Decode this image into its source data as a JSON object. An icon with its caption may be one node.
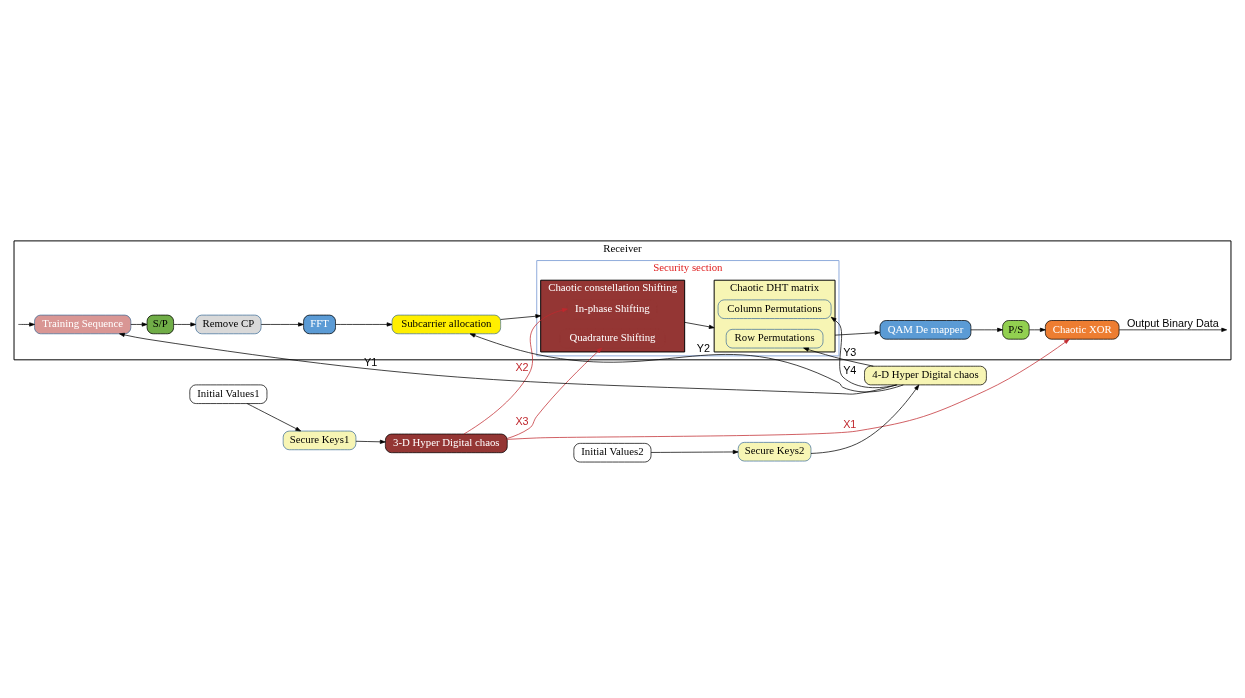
{
  "diagram": {
    "nodes": [
      {
        "text": [
          "Receiver"
        ]
      },
      {
        "text": [
          "Training Sequence"
        ],
        "in": 0
      },
      {
        "text": [
          "S/P"
        ],
        "in": 0
      },
      {
        "text": [
          "Remove CP"
        ],
        "in": 0
      },
      {
        "text": [
          "FFT"
        ],
        "in": 0
      },
      {
        "text": [
          "Subcarrier allocation"
        ],
        "in": 0
      },
      {
        "text": [
          "Security section"
        ],
        "in": 0
      },
      {
        "text": [
          "Chaotic constellation Shifting"
        ],
        "in": 6
      },
      {
        "text": [
          "In-phase Shifting"
        ],
        "in": 7
      },
      {
        "text": [
          "Quadrature Shifting"
        ],
        "in": 7
      },
      {
        "text": [
          "Chaotic DHT matrix"
        ],
        "in": 6
      },
      {
        "text": [
          "Row Permutations"
        ],
        "in": 10
      },
      {
        "text": [
          "Column Permutations"
        ],
        "in": 10
      },
      {
        "text": [
          "QAM De mapper"
        ],
        "in": 0
      },
      {
        "text": [
          "P/S"
        ],
        "in": 0
      },
      {
        "text": [
          "Chaotic XOR"
        ],
        "in": 0
      },
      {
        "text": [
          "3-D Hyper Digital chaos"
        ]
      },
      {
        "text": [
          "4-D Hyper Digital chaos"
        ]
      },
      {
        "text": [
          "Secure Keys1"
        ]
      },
      {
        "text": [
          "Secure Keys2"
        ]
      },
      {
        "text": [
          "Initial Values1"
        ]
      },
      {
        "text": [
          "Initial Values2"
        ]
      }
    ],
    "edges": [
      {
        "from": 0,
        "to": 1,
        "arrow": "to"
      },
      {
        "from": 1,
        "to": 2,
        "arrow": "to"
      },
      {
        "from": 2,
        "to": 3,
        "arrow": "to"
      },
      {
        "from": 3,
        "to": 4,
        "arrow": "to"
      },
      {
        "from": 4,
        "to": 5,
        "arrow": "to"
      },
      {
        "from": 5,
        "to": 7,
        "arrow": "to"
      },
      {
        "from": 7,
        "to": 10,
        "arrow": "to"
      },
      {
        "from": 10,
        "to": 13,
        "arrow": "to"
      },
      {
        "from": 13,
        "to": 14,
        "arrow": "to"
      },
      {
        "from": 14,
        "to": 15,
        "arrow": "to"
      },
      {
        "from": 15,
        "to": 0,
        "arrow": "to",
        "label": "Output Binary Data"
      },
      {
        "from": 17,
        "to": 1,
        "arrow": "to",
        "label": "Y1"
      },
      {
        "from": 17,
        "to": 5,
        "arrow": "to",
        "label": "Y2"
      },
      {
        "from": 17,
        "to": 11,
        "arrow": "to",
        "label": "Y3"
      },
      {
        "from": 17,
        "to": 12,
        "arrow": "to",
        "label": "Y4"
      },
      {
        "from": 16,
        "to": 8,
        "arrow": "to",
        "label": "X2",
        "color": "#c0272d"
      },
      {
        "from": 16,
        "to": 9,
        "arrow": "to",
        "label": "X3",
        "color": "#c0272d"
      },
      {
        "from": 16,
        "to": 15,
        "arrow": "to",
        "label": "X1",
        "color": "#c0272d"
      },
      {
        "from": 18,
        "to": 16,
        "arrow": "to"
      },
      {
        "from": 19,
        "to": 17,
        "arrow": "to"
      },
      {
        "from": 20,
        "to": 18,
        "arrow": "to"
      },
      {
        "from": 21,
        "to": 19,
        "arrow": "to"
      }
    ]
  }
}
